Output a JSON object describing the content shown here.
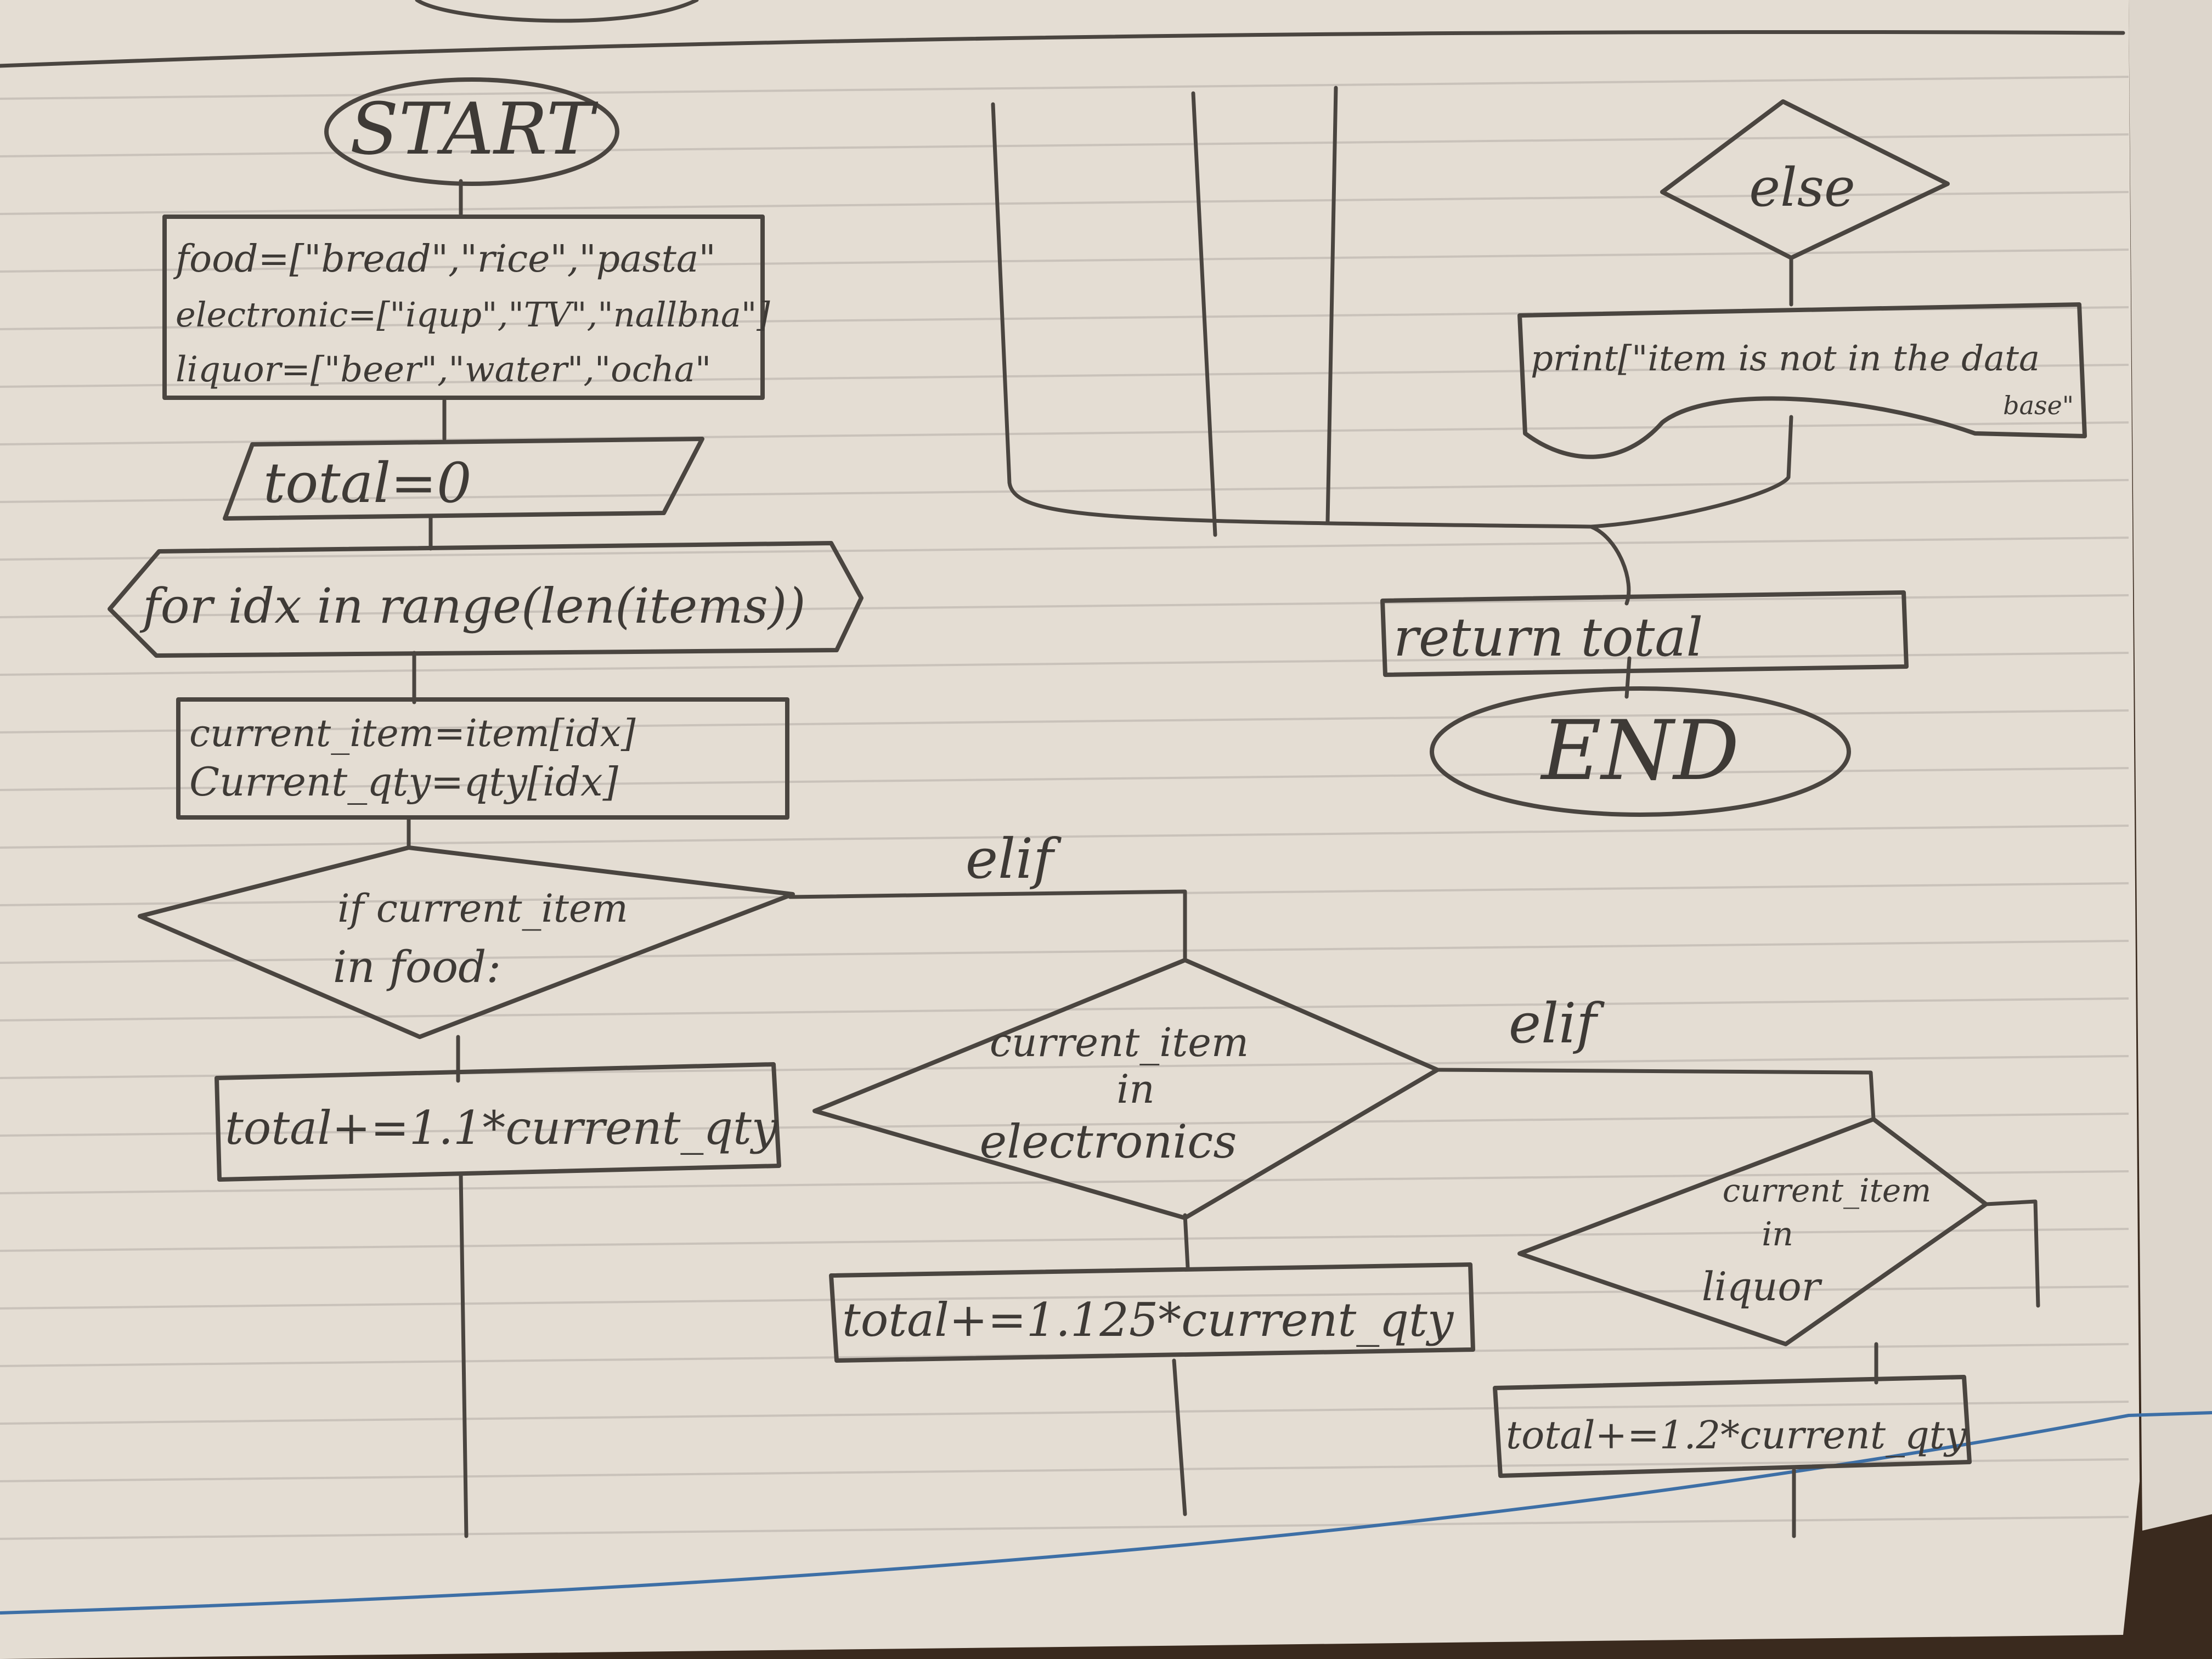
{
  "colors": {
    "paper": "#e4ddd3",
    "ruled_line": "#c9c2ba",
    "ink": "#4a4540",
    "margin_blue": "#3d6fa6",
    "desk": "#3a2a1e"
  },
  "flowchart": {
    "start": "START",
    "init": {
      "line1": "food=[\"bread\",\"rice\",\"pasta\"",
      "line2": "electronic=[\"iqup\",\"TV\",\"nallbna\"]",
      "line3": "liquor=[\"beer\",\"water\",\"ocha\""
    },
    "total_init": "total=0",
    "loop": "for idx in range(len(items))",
    "assign": {
      "line1": "current_item=item[idx]",
      "line2": "Current_qty=qty[idx]"
    },
    "cond_food": {
      "line1": "if current_item",
      "line2": "in food:"
    },
    "elif_label_1": "elif",
    "action_food": "total+=1.1*current_qty",
    "cond_electronics": {
      "line1": "current_item",
      "line2": "in",
      "line3": "electronics"
    },
    "action_electronics": "total+=1.125*current_qty",
    "elif_label_2": "elif",
    "cond_liquor": {
      "line1": "current_item",
      "line2": "in",
      "line3": "liquor"
    },
    "action_liquor": "total+=1.2*current_qty",
    "else_label": "else",
    "print_else": {
      "line1": "print[\"item is not in the data",
      "line2": "base\""
    },
    "return": "return total",
    "end": "END"
  }
}
